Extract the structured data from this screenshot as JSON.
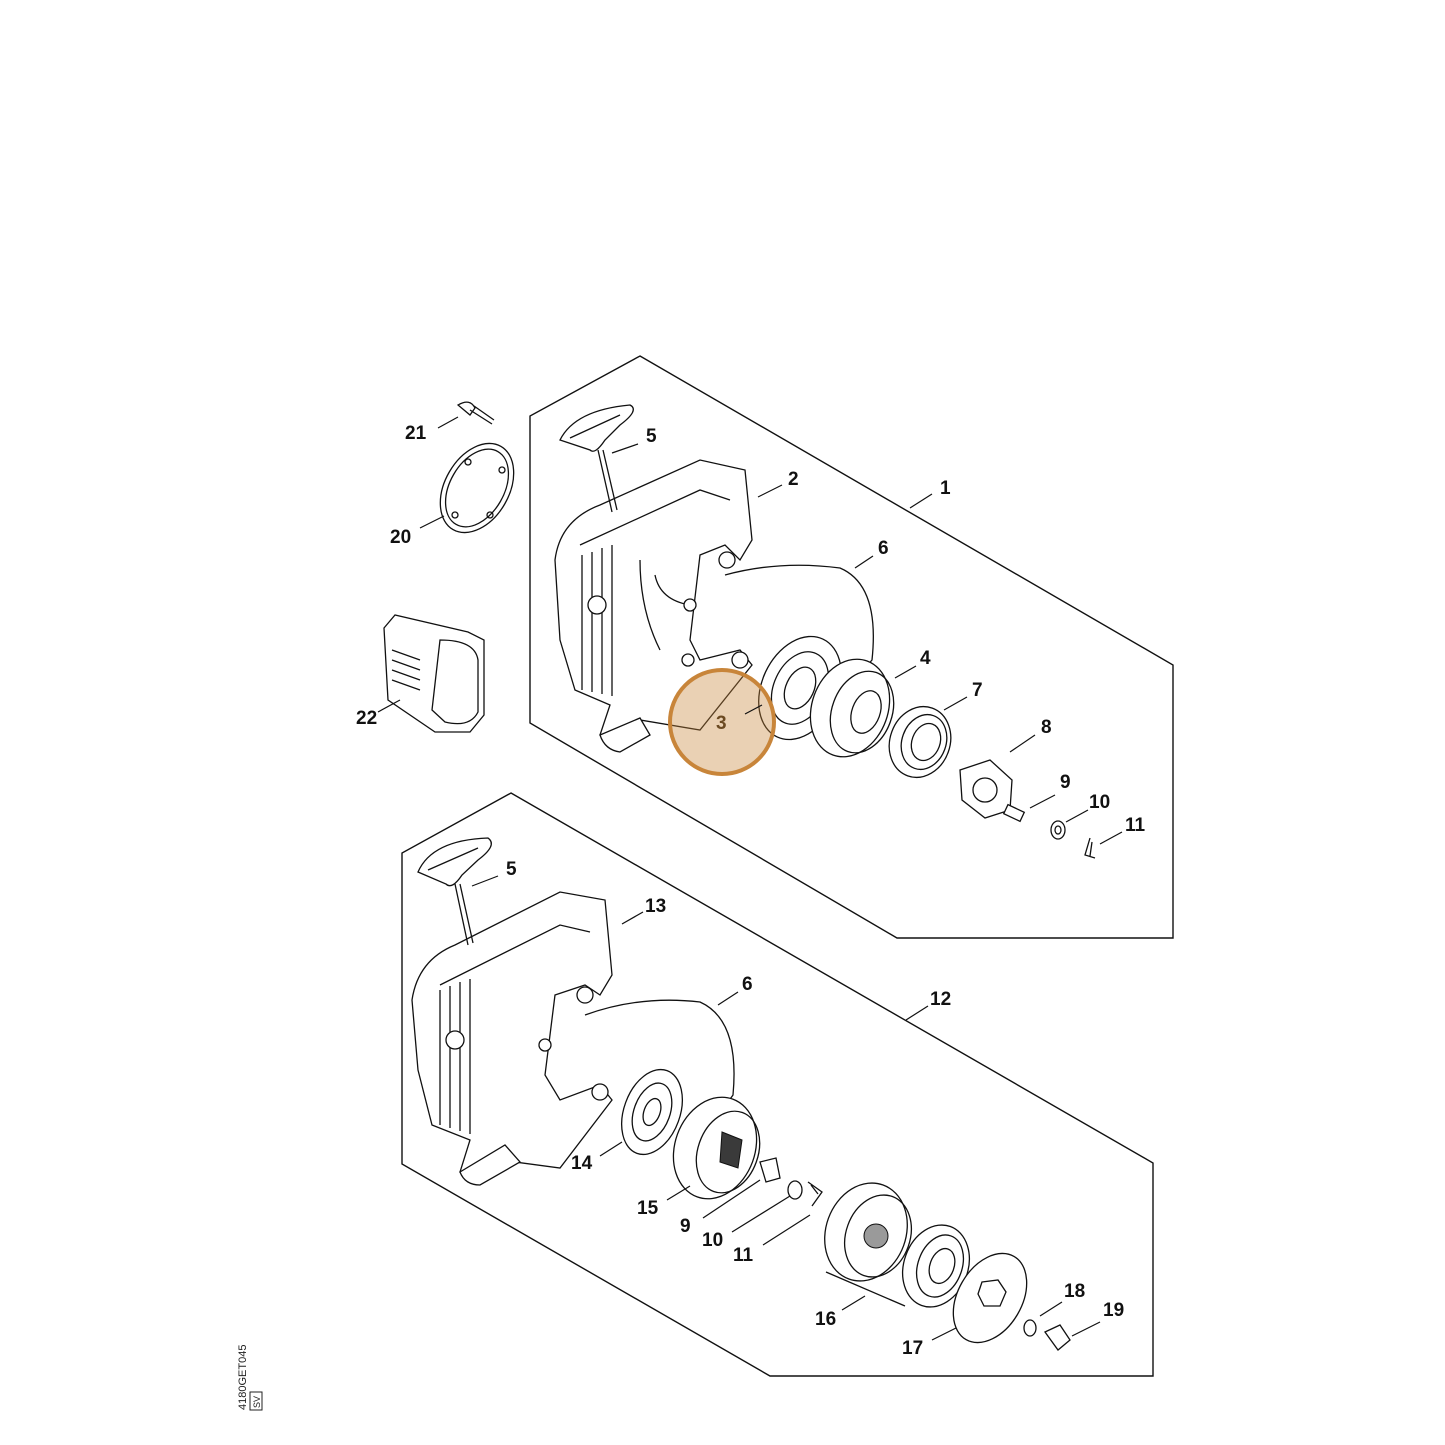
{
  "highlight": {
    "part": "3",
    "color": "#c8853a"
  },
  "labels": {
    "p1": "1",
    "p2": "2",
    "p3": "3",
    "p4": "4",
    "p5a": "5",
    "p5b": "5",
    "p6a": "6",
    "p6b": "6",
    "p7": "7",
    "p8": "8",
    "p9a": "9",
    "p9b": "9",
    "p10a": "10",
    "p10b": "10",
    "p11a": "11",
    "p11b": "11",
    "p12": "12",
    "p13": "13",
    "p14": "14",
    "p15": "15",
    "p16": "16",
    "p17": "17",
    "p18": "18",
    "p19": "19",
    "p20": "20",
    "p21": "21",
    "p22": "22"
  },
  "drawing_code": "4180GET045",
  "drawing_code_box": "SV"
}
